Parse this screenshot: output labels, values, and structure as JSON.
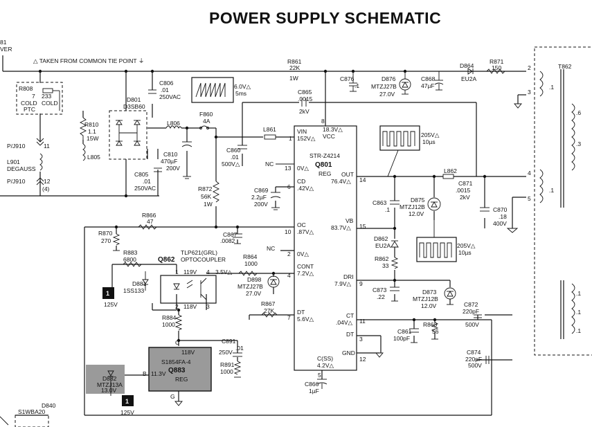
{
  "title": "POWER SUPPLY SCHEMATIC",
  "tie_note": "△ TAKEN FROM COMMON TIE POINT ⏚",
  "partial": {
    "left_top_num": "81",
    "left_top_label": "VER",
    "bottom_diode": "D840",
    "bottom_diode_type": "S1WBA20"
  },
  "r808": {
    "ref": "R808",
    "pin": "7",
    "pin2": "233",
    "cold1": "COLD",
    "cold2": "COLD",
    "ptc": "PTC"
  },
  "r810": {
    "ref": "R810",
    "val": "1.1",
    "watt": "15W"
  },
  "l805": "L805",
  "pj910_top": {
    "label": "P/J910",
    "pin": "11"
  },
  "l901": {
    "ref": "L901",
    "name": "DEGAUSS"
  },
  "pj910_bot": {
    "label": "P/J910",
    "pin": "12",
    "sub": "(4)"
  },
  "d801": {
    "ref": "D801",
    "type": "D3SB60"
  },
  "c806": {
    "ref": "C806",
    "val": ".01",
    "volt": "250VAC"
  },
  "c805": {
    "ref": "C805",
    "val": ".01",
    "volt": "250VAC"
  },
  "l806": "L806",
  "f860": {
    "ref": "F860",
    "val": "4A"
  },
  "c810": {
    "ref": "C810",
    "val": "470µF",
    "volt": "200V"
  },
  "wave1": {
    "v": "6.0V△",
    "t": "5ms"
  },
  "r861": {
    "ref": "R861",
    "val": "22K",
    "watt": "1W"
  },
  "c865": {
    "ref": "C865",
    "val": ".0015",
    "volt": "2kV"
  },
  "c876": {
    "ref": "C876",
    "val": ".1"
  },
  "d876": {
    "ref": "D876",
    "type": "MTZJ27B",
    "volt": "27.0V"
  },
  "c868": {
    "ref": "C868",
    "val": "47µF"
  },
  "d864": {
    "ref": "D864",
    "type": "EU2A"
  },
  "r871": {
    "ref": "R871",
    "val": "150"
  },
  "t862": {
    "ref": "T862",
    "pins": [
      "2",
      "3",
      "4",
      "5"
    ],
    "marks": [
      ".1",
      ".6",
      ".3",
      ".1",
      ".1",
      ".1",
      ".1"
    ]
  },
  "l861": "L861",
  "c860": {
    "ref": "C860",
    "val": ".01",
    "volt": "500V△"
  },
  "r872": {
    "ref": "R872",
    "val": "56K",
    "watt": "1W"
  },
  "c869": {
    "ref": "C869",
    "val": "2.2µF",
    "volt": "200V"
  },
  "c867": {
    "ref": "C867",
    "val": ".0082"
  },
  "r866": {
    "ref": "R866",
    "val": "47"
  },
  "r870": {
    "ref": "R870",
    "val": "270"
  },
  "ic": {
    "vin": "VIN",
    "vin_v": "152V△",
    "vcc_v": "18.3V△",
    "vcc": "VCC",
    "pin8": "8",
    "part": "STR-Z4214",
    "ref": "Q801",
    "reg": "REG",
    "nc1": "NC",
    "p13": "13",
    "ov1": "0V△",
    "p6": "6",
    "cd": "CD",
    "cd_v": ".42V△",
    "p10": "10",
    "oc": "OC",
    "oc_v": ".87V△",
    "nc2": "NC",
    "p2": "2",
    "ov2": "0V△",
    "p4": "4",
    "cont": "CONT",
    "cont_v": "7.2V△",
    "p7": "7",
    "dt": "DT",
    "dt_v": "5.6V△",
    "p14": "14",
    "out": "OUT",
    "out_v": "76.4V△",
    "p15": "15",
    "vb": "VB",
    "vb_v": "83.7V△",
    "p9": "9",
    "dri": "DRI",
    "dri_v": "7.9V△",
    "p11": "11",
    "ct": "CT",
    "ct_v": ".04V△",
    "dt2": "DT",
    "p3": "3",
    "gnd": "GND",
    "p12": "12",
    "css": "C(SS)",
    "css_v": "4.2V△",
    "p5": "5"
  },
  "wave2": {
    "v": "205V△",
    "t": "10µs"
  },
  "wave3": {
    "v": "205V△",
    "t": "10µs"
  },
  "l862": "L862",
  "c871": {
    "ref": "C871",
    "val": ".0015",
    "volt": "2kV"
  },
  "c863": {
    "ref": "C863",
    "val": ".1"
  },
  "d875": {
    "ref": "D875",
    "type": "MTZJ12B",
    "volt": "12.0V"
  },
  "c870": {
    "ref": "C870",
    "val": ".18",
    "volt": "400V"
  },
  "d862": {
    "ref": "D862",
    "type": "EU2A"
  },
  "r862": {
    "ref": "R862",
    "val": "33"
  },
  "c873": {
    "ref": "C873",
    "val": ".22"
  },
  "d873": {
    "ref": "D873",
    "type": "MTZJ12B",
    "volt": "12.0V"
  },
  "c872": {
    "ref": "C872",
    "val": "220pF",
    "volt": "500V"
  },
  "c861": {
    "ref": "C861",
    "val": "100pF"
  },
  "r868": {
    "ref": "R868",
    "val": "56"
  },
  "c874": {
    "ref": "C874",
    "val": "220pF",
    "volt": "500V"
  },
  "c866": {
    "ref": "C866",
    "val": "1µF"
  },
  "r883": {
    "ref": "R883",
    "val": "6800"
  },
  "q862": {
    "ref": "Q862",
    "name": "TLP621(GRL)",
    "type": "OPTOCOUPLER",
    "p1": "1",
    "p1v": "119V",
    "p2": "2",
    "p2v": "118V",
    "p3": "3",
    "p4": "4",
    "p4v": "3.5V△"
  },
  "d881": {
    "ref": "D881",
    "type": "1SS133"
  },
  "src1": {
    "num": "1",
    "volt": "125V"
  },
  "r864": {
    "ref": "R864",
    "val": "1000"
  },
  "d898": {
    "ref": "D898",
    "type": "MTZJ27B",
    "volt": "27.0V"
  },
  "r867": {
    "ref": "R867",
    "val": "27K"
  },
  "r884": {
    "ref": "R884",
    "val": "1000"
  },
  "q883": {
    "c": "C",
    "v": "118V",
    "type": "S1854FA-4",
    "ref": "Q883",
    "b": "B",
    "bv": "11.3V",
    "reg": "REG",
    "g": "G"
  },
  "c891": {
    "ref": "C891",
    "val": ".01",
    "volt": "250V"
  },
  "r891": {
    "ref": "R891",
    "val": "1000"
  },
  "d882": {
    "ref": "D882",
    "type": "MTZJ13A",
    "volt": "13.0V"
  },
  "src2": {
    "num": "1",
    "volt": "125V"
  }
}
